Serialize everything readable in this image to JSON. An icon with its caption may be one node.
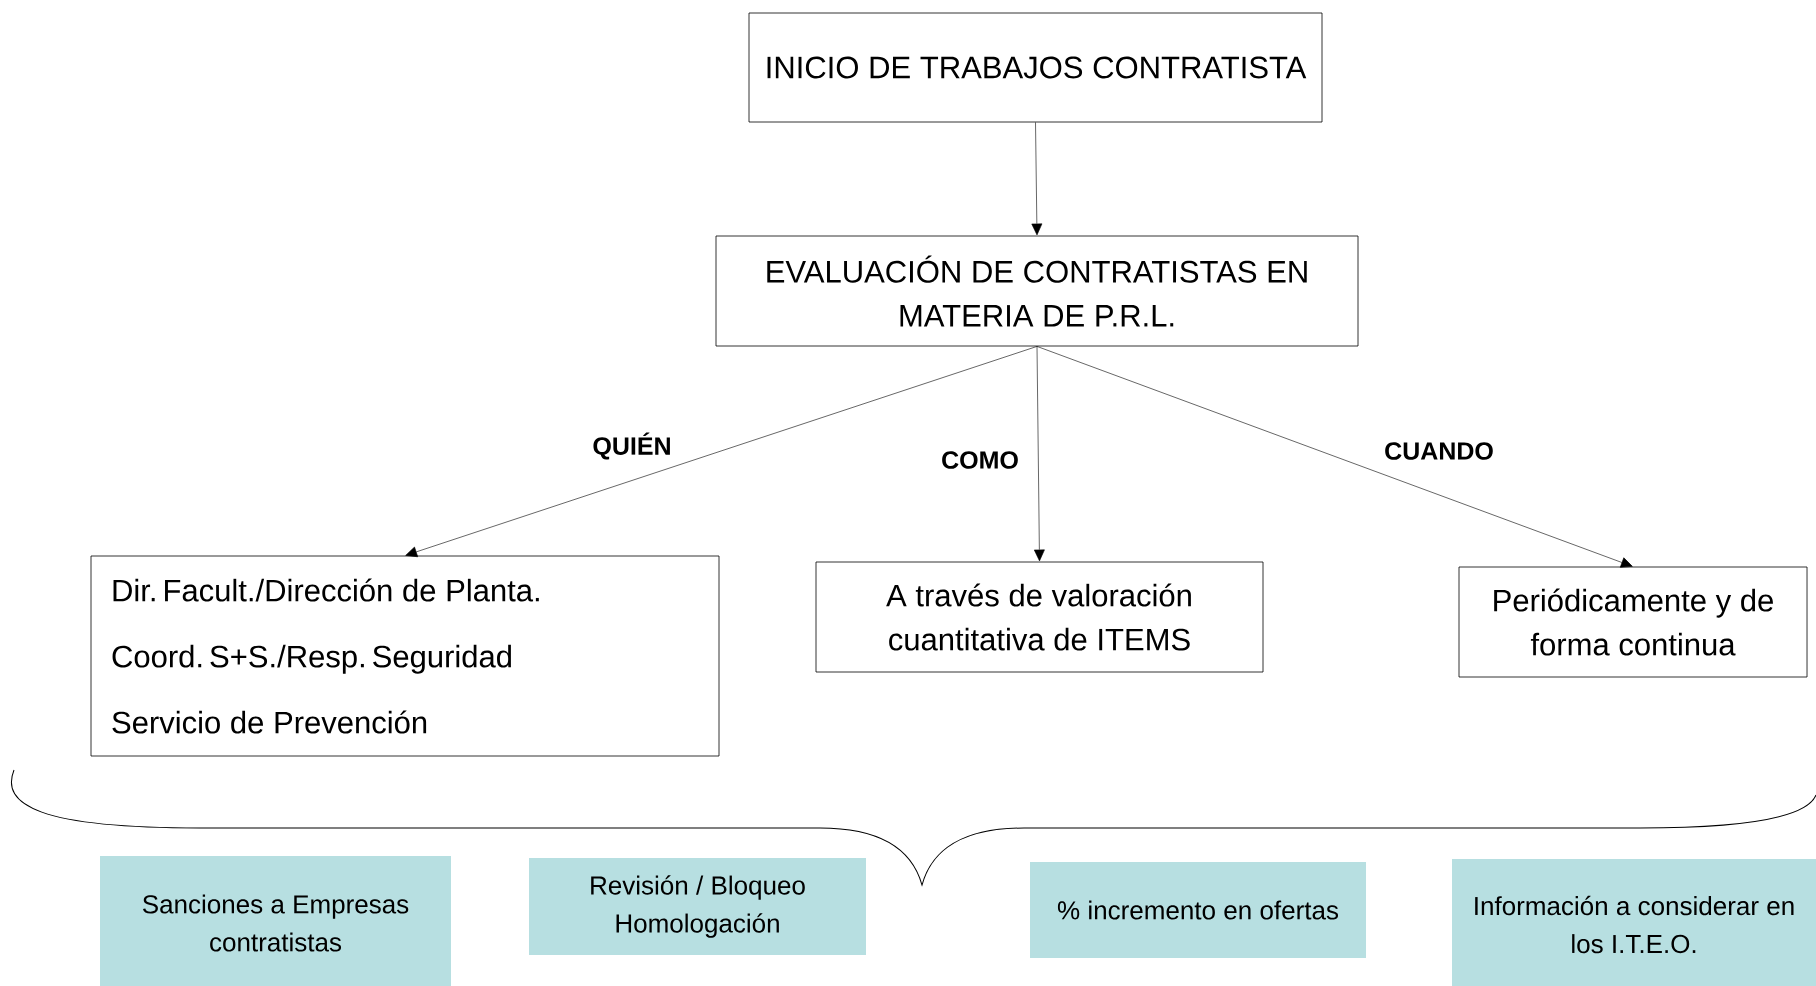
{
  "diagram": {
    "nodes": [
      {
        "text": [
          "INICIO DE TRABAJOS CONTRATISTA"
        ]
      },
      {
        "text": [
          "EVALUACIÓN DE CONTRATISTAS EN MATERIA DE P.R.L."
        ]
      },
      {
        "text": [
          "Dir. Facult./Dirección de Planta.",
          "Coord. S+S./Resp. Seguridad",
          "Servicio de Prevención"
        ]
      },
      {
        "text": [
          "A través de valoración cuantitativa de ITEMS"
        ]
      },
      {
        "text": [
          "Periódicamente y de forma continua"
        ]
      },
      {
        "text": [
          "Sanciones a Empresas contratistas"
        ]
      },
      {
        "text": [
          "Revisión / Bloqueo Homologación"
        ]
      },
      {
        "text": [
          "% incremento en ofertas"
        ]
      },
      {
        "text": [
          "Información a considerar en los I.T.E.O."
        ]
      }
    ],
    "edges": [
      {
        "from": 0,
        "to": 1,
        "arrow": "to"
      },
      {
        "from": 1,
        "to": 2,
        "arrow": "to",
        "label": "QUIÉN"
      },
      {
        "from": 1,
        "to": 3,
        "arrow": "to",
        "label": "COMO"
      },
      {
        "from": 1,
        "to": 4,
        "arrow": "to",
        "label": "CUANDO"
      }
    ]
  }
}
